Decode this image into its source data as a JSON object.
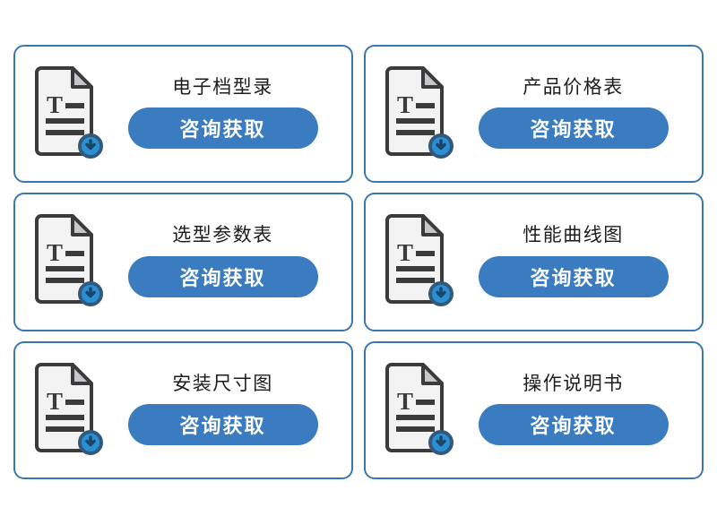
{
  "theme": {
    "card_border_color": "#3a76b0",
    "button_color": "#3b7cc0",
    "button_text_color": "#ffffff",
    "title_color": "#1d1d1d",
    "page_background": "#ffffff",
    "doc_body_color": "#f2f2f2",
    "doc_outline_color": "#3b3b3b",
    "doc_fold_color": "#c9c6cb",
    "doc_line_color": "#3b3b3b",
    "badge_color": "#2a8fd4",
    "badge_outline_color": "#33597a"
  },
  "cards": [
    {
      "id": "electronic-catalog",
      "title": "电子档型录",
      "button_label": "咨询获取",
      "icon": "document-download-icon",
      "doc_letter": "T"
    },
    {
      "id": "product-price-list",
      "title": "产品价格表",
      "button_label": "咨询获取",
      "icon": "document-download-icon",
      "doc_letter": "T"
    },
    {
      "id": "selection-parameter-table",
      "title": "选型参数表",
      "button_label": "咨询获取",
      "icon": "document-download-icon",
      "doc_letter": "T"
    },
    {
      "id": "performance-curve-chart",
      "title": "性能曲线图",
      "button_label": "咨询获取",
      "icon": "document-download-icon",
      "doc_letter": "T"
    },
    {
      "id": "installation-dimension-drawing",
      "title": "安装尺寸图",
      "button_label": "咨询获取",
      "icon": "document-download-icon",
      "doc_letter": "T"
    },
    {
      "id": "operation-manual",
      "title": "操作说明书",
      "button_label": "咨询获取",
      "icon": "document-download-icon",
      "doc_letter": "T"
    }
  ]
}
